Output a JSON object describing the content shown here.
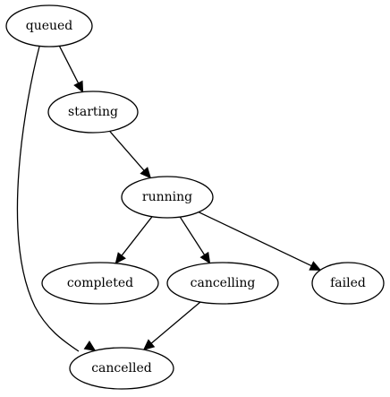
{
  "diagram": {
    "type": "state-graph",
    "nodes": [
      {
        "id": "queued",
        "label": "queued"
      },
      {
        "id": "starting",
        "label": "starting"
      },
      {
        "id": "running",
        "label": "running"
      },
      {
        "id": "completed",
        "label": "completed"
      },
      {
        "id": "cancelling",
        "label": "cancelling"
      },
      {
        "id": "failed",
        "label": "failed"
      },
      {
        "id": "cancelled",
        "label": "cancelled"
      }
    ],
    "edges": [
      {
        "from": "queued",
        "to": "starting"
      },
      {
        "from": "queued",
        "to": "cancelled"
      },
      {
        "from": "starting",
        "to": "running"
      },
      {
        "from": "running",
        "to": "completed"
      },
      {
        "from": "running",
        "to": "cancelling"
      },
      {
        "from": "running",
        "to": "failed"
      },
      {
        "from": "cancelling",
        "to": "cancelled"
      }
    ]
  }
}
